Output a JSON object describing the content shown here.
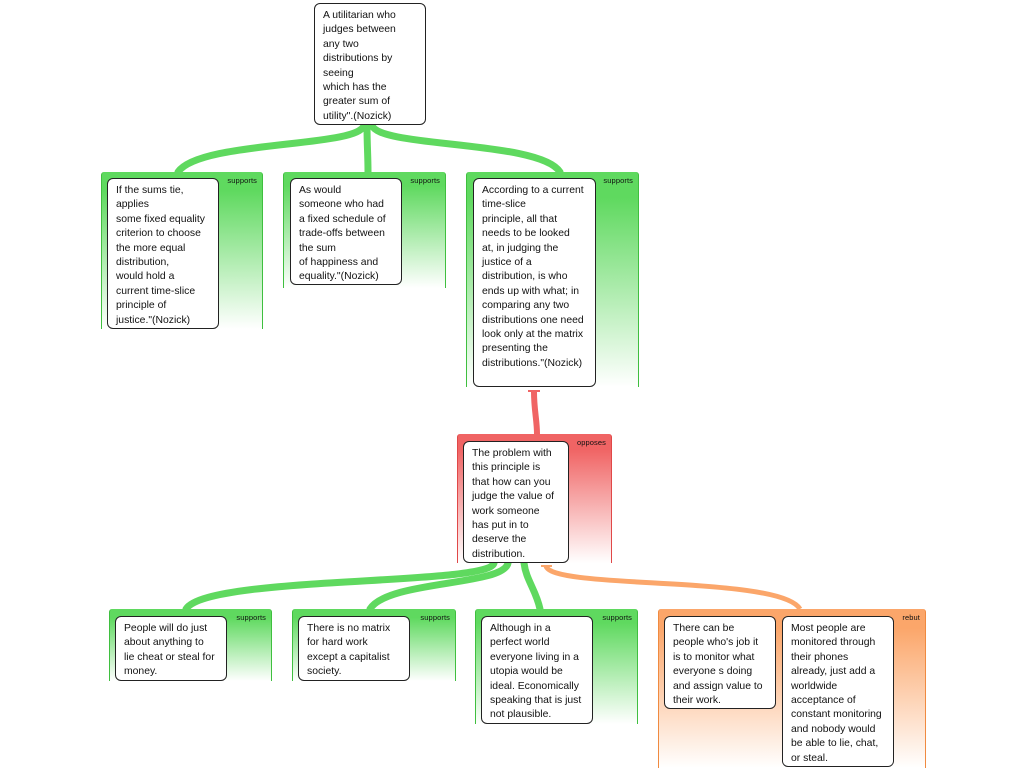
{
  "nodes": {
    "root": {
      "text": "A utilitarian who\njudges between\nany two\ndistributions by\nseeing\nwhich has the\ngreater sum of\nutility\".(Nozick)"
    },
    "n1": {
      "text": "If the sums tie,\napplies\nsome fixed equality\ncriterion to choose\nthe more equal\ndistribution,\nwould hold a\ncurrent time-slice\nprinciple of\njustice.\"(Nozick)",
      "relation": "supports"
    },
    "n2": {
      "text": "As would\nsomeone who had\na fixed schedule of\ntrade-offs between\nthe sum\nof happiness and\nequality.\"(Nozick)",
      "relation": "supports"
    },
    "n3": {
      "text": "According to a current\ntime-slice\nprinciple, all that\nneeds to be looked\nat, in judging the\njustice of a\ndistribution, is who\nends up with what; in\ncomparing any two\ndistributions one need\nlook only at the matrix\npresenting the\ndistributions.\"(Nozick)",
      "relation": "supports"
    },
    "n4": {
      "text": "The problem with\nthis principle is\nthat how can you\njudge the value of\nwork someone\nhas put in to\ndeserve the\ndistribution.",
      "relation": "opposes"
    },
    "n5": {
      "text": "People will do just\nabout anything to\nlie cheat or steal for\nmoney.",
      "relation": "supports"
    },
    "n6": {
      "text": "There is no matrix\nfor hard work\nexcept a capitalist\nsociety.",
      "relation": "supports"
    },
    "n7": {
      "text": "Although in a\nperfect world\neveryone living in a\nutopia would be\nideal. Economically\nspeaking that is just\nnot plausible.",
      "relation": "supports"
    },
    "n8": {
      "text": "There can be\npeople who's job it\nis to monitor what\neveryone s doing\nand assign value to\ntheir work.",
      "relation": "rebut"
    },
    "n9": {
      "text": "Most people are\nmonitored through\ntheir phones\nalready, just add a\nworldwide\nacceptance of\nconstant monitoring\nand nobody would\nbe able to lie, chat,\nor steal."
    }
  },
  "colors": {
    "supports": "#5fd95f",
    "opposes": "#f06464",
    "rebut": "#fba66a"
  }
}
